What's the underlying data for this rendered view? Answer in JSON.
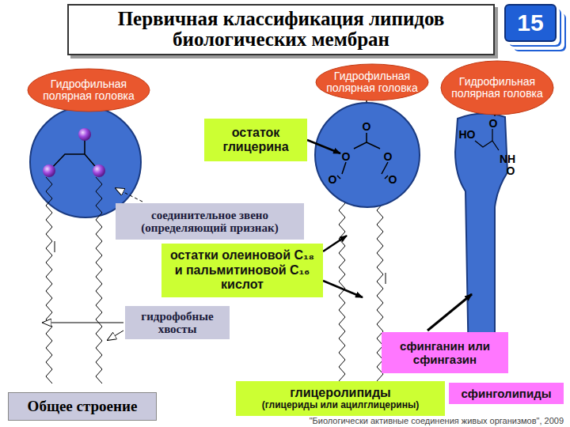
{
  "diagram": {
    "title": "Первичная классификация липидов биологических мембран",
    "caption": "\"Биологически активные соединения живых организмов\", 2009",
    "nodes": [
      {
        "text": [
          "15"
        ]
      },
      {
        "text": [
          "Гидрофильная полярная головка"
        ]
      },
      {
        "text": [
          "Гидрофильная полярная головка"
        ]
      },
      {
        "text": [
          "Гидрофильная полярная головка"
        ]
      },
      {
        "text": [
          "остаток глицерина"
        ]
      },
      {
        "text": [
          "соединительное звено (определяющий признак)"
        ]
      },
      {
        "text": [
          "остатки олеиновой С₁₈ и пальмитиновой С₁₆ кислот"
        ]
      },
      {
        "text": [
          "гидрофобные хвосты"
        ]
      },
      {
        "text": [
          "сфинганин или сфингазин"
        ]
      },
      {
        "text": [
          "глицеролипиды",
          "(глицериды или ацилглицерины)"
        ]
      },
      {
        "text": [
          "сфинголипиды"
        ]
      },
      {
        "text": [
          "Общее строение"
        ]
      }
    ],
    "labels": [
      "O",
      "O",
      "O",
      "O",
      "O",
      "HO",
      "O",
      "NH",
      "O"
    ]
  }
}
